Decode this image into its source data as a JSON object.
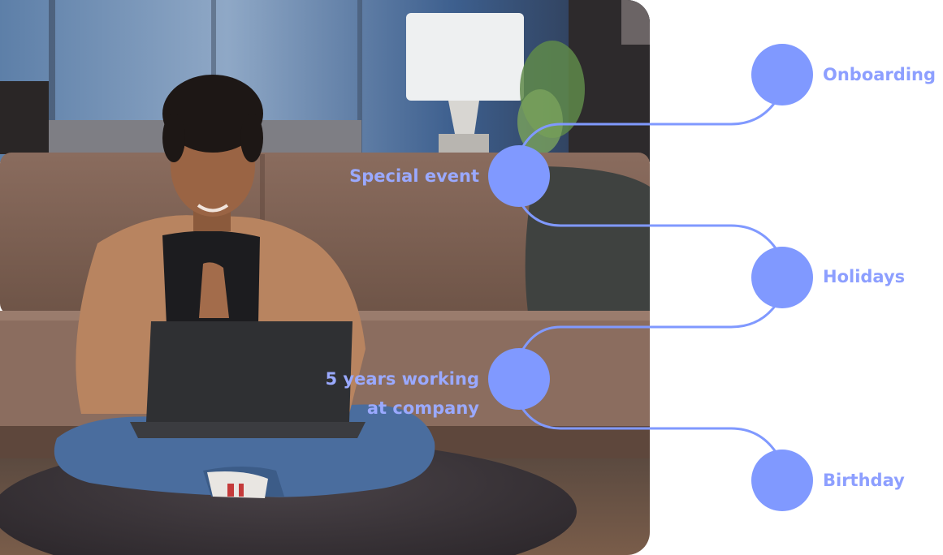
{
  "timeline": {
    "accent_color": "#8099ff",
    "events": [
      {
        "label": "Onboarding"
      },
      {
        "label": "Special event"
      },
      {
        "label": "Holidays"
      },
      {
        "label": "5 years working",
        "label_line2": "at company"
      },
      {
        "label": "Birthday"
      }
    ]
  },
  "photo": {
    "description_icon": "person-with-laptop-photo"
  }
}
